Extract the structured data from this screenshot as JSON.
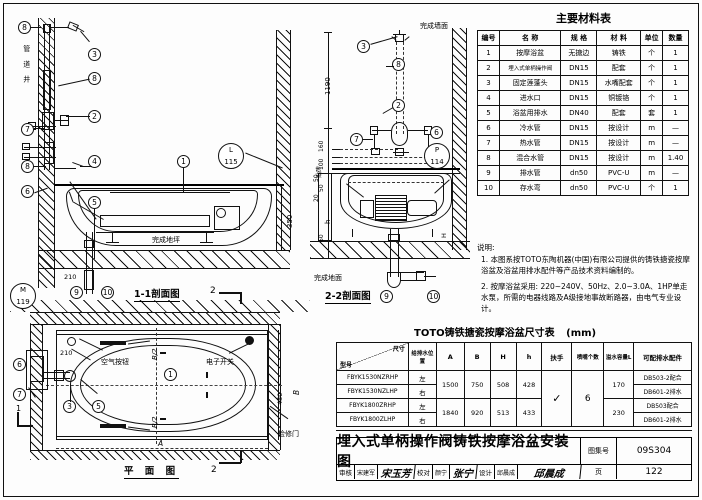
{
  "sheet": {
    "drawing_number_label": "图集号",
    "drawing_number": "09S304",
    "page_label": "页",
    "page": "122",
    "title": "埋入式单柄操作阀铸铁按摩浴盆安装图",
    "signatures": [
      {
        "role": "审核",
        "name": "宋建军"
      },
      {
        "role": "校对",
        "name": "颜宁"
      },
      {
        "role": "设计",
        "name": "邱晨成"
      }
    ],
    "signature_marks": [
      "宋玉芳",
      "张宁",
      "邱晨成"
    ]
  },
  "materials": {
    "title": "主要材料表",
    "headers": [
      "编号",
      "名 称",
      "规 格",
      "材 料",
      "单位",
      "数量"
    ],
    "rows": [
      {
        "no": "1",
        "name": "按摩浴盆",
        "spec": "无搪边",
        "material": "铸铁",
        "unit": "个",
        "qty": "1"
      },
      {
        "no": "2",
        "name": "埋入式单柄操作阀",
        "spec": "DN15",
        "material": "配套",
        "unit": "个",
        "qty": "1"
      },
      {
        "no": "3",
        "name": "固定莲蓬头",
        "spec": "DN15",
        "material": "水嘴配套",
        "unit": "个",
        "qty": "1"
      },
      {
        "no": "4",
        "name": "进水口",
        "spec": "DN15",
        "material": "铜镀铬",
        "unit": "个",
        "qty": "1"
      },
      {
        "no": "5",
        "name": "浴盆用排水",
        "spec": "DN40",
        "material": "配套",
        "unit": "套",
        "qty": "1"
      },
      {
        "no": "6",
        "name": "冷水管",
        "spec": "DN15",
        "material": "按设计",
        "unit": "m",
        "qty": "—"
      },
      {
        "no": "7",
        "name": "热水管",
        "spec": "DN15",
        "material": "按设计",
        "unit": "m",
        "qty": "—"
      },
      {
        "no": "8",
        "name": "混合水管",
        "spec": "DN15",
        "material": "按设计",
        "unit": "m",
        "qty": "1.40"
      },
      {
        "no": "9",
        "name": "排水管",
        "spec": "dn50",
        "material": "PVC-U",
        "unit": "m",
        "qty": "—"
      },
      {
        "no": "10",
        "name": "存水弯",
        "spec": "dn50",
        "material": "PVC-U",
        "unit": "个",
        "qty": "1"
      }
    ]
  },
  "notes": {
    "label": "说明:",
    "items": [
      "1. 本图系按TOTO东陶机器(中国)有限公司提供的铸铁搪瓷按摩浴盆及浴盆用排水配件等产品技术资料编制的。",
      "2. 按摩浴盆采用: 220~240V、50Hz、2.0~3.0A、1HP单走水泵，所需的电器线路及A级接地事故断路器，由电气专业设计。"
    ]
  },
  "dim_table": {
    "title": "TOTO铸铁搪瓷按摩浴盆尺寸表",
    "unit_note": "(mm)",
    "corner_col": "型号",
    "corner_row": "尺寸",
    "headers": [
      "给排水位置",
      "A",
      "B",
      "H",
      "h",
      "扶手",
      "喷嘴个数",
      "溢水容量L",
      "可配排水配件"
    ],
    "rows": [
      {
        "model": "FBYK1530NZRHP",
        "pos": "左",
        "A": "1500",
        "B": "750",
        "H": "508",
        "h": "428",
        "handle": "✓",
        "nozzles": "6",
        "capacity": "170",
        "fittings": "DB503-2配合"
      },
      {
        "model": "FBYK1530NZLHP",
        "pos": "右",
        "A": "1500",
        "B": "750",
        "H": "508",
        "h": "428",
        "handle": "✓",
        "nozzles": "6",
        "capacity": "170",
        "fittings": "DB601-2排水"
      },
      {
        "model": "FBYK1800ZRHP",
        "pos": "左",
        "A": "1840",
        "B": "920",
        "H": "513",
        "h": "433",
        "handle": "✓",
        "nozzles": "6",
        "capacity": "230",
        "fittings": "DB503配合"
      },
      {
        "model": "FBYK1800ZLHP",
        "pos": "右",
        "A": "1840",
        "B": "920",
        "H": "513",
        "h": "433",
        "handle": "✓",
        "nozzles": "6",
        "capacity": "230",
        "fittings": "DB601-2排水"
      }
    ]
  },
  "views": {
    "section_1_1": {
      "title": "1-1剖面图",
      "labels": {
        "pipe_shaft": "管 道 井",
        "finished_floor": "完成地坪",
        "section_mark": "2"
      },
      "callouts": [
        "8",
        "3",
        "8",
        "2",
        "7",
        "4",
        "8",
        "6",
        "1",
        "5",
        "9",
        "10"
      ],
      "detail_bubbles": [
        {
          "top": "L",
          "bottom": "115"
        },
        {
          "top": "M",
          "bottom": "119"
        }
      ],
      "dims": [
        "350",
        "210"
      ]
    },
    "section_2_2": {
      "title": "2-2剖面图",
      "labels": {
        "finished_wall": "完成墙面",
        "finished_floor": "完成地面",
        "tile": "贴砖",
        "h_label": "h"
      },
      "callouts": [
        "3",
        "8",
        "2",
        "6",
        "7",
        "9",
        "10"
      ],
      "detail_bubbles": [
        {
          "top": "P",
          "bottom": "114"
        }
      ],
      "dims": [
        "1190",
        "160",
        "100",
        "50",
        "50",
        "20",
        "60",
        "H"
      ]
    },
    "plan": {
      "title": "平 面 图",
      "labels": {
        "air_button": "空气按钮",
        "electronic_switch": "电子开关",
        "inspection_door": "检修门",
        "section_mark": "2"
      },
      "callouts": [
        "6",
        "7",
        "3",
        "5",
        "1"
      ],
      "dims": [
        "210",
        "450",
        "A",
        "B",
        "B/2",
        "B/2"
      ]
    }
  },
  "colors": {
    "ink": "#111111",
    "paper": "#fdfdfd"
  }
}
